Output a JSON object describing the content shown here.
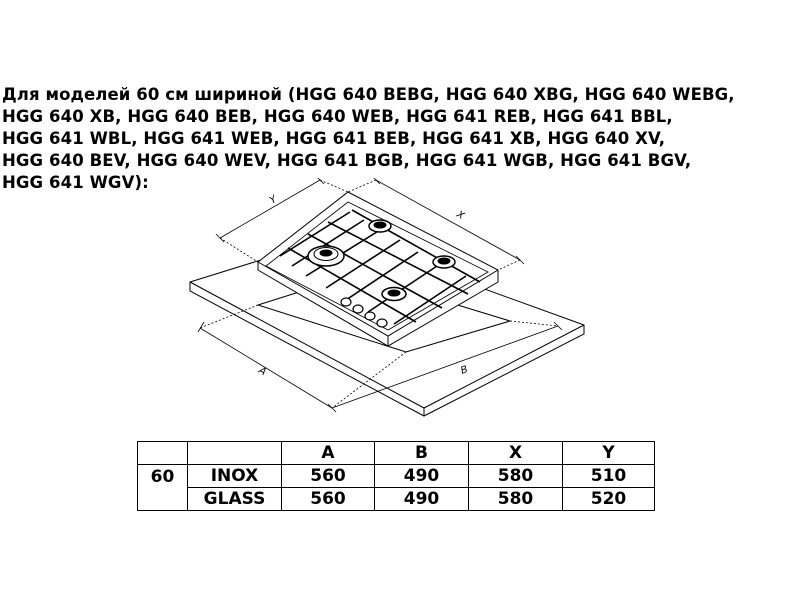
{
  "heading_lines": [
    "Для моделей 60 см шириной (HGG 640 BEBG, HGG 640 XBG, HGG 640 WEBG,",
    "HGG 640 XB, HGG 640 BEB, HGG 640 WEB, HGG 641 REB, HGG 641 BBL,",
    "HGG 641 WBL, HGG 641 WEB, HGG 641 BEB, HGG 641 XB, HGG 640 XV,",
    "HGG 640 BEV, HGG 640 WEV, HGG 641 BGB, HGG 641 WGB, HGG 641 BGV,",
    "HGG 641 WGV):"
  ],
  "diagram": {
    "labels": {
      "a": "A",
      "b": "B",
      "x": "X",
      "y": "Y"
    }
  },
  "table": {
    "headers": [
      "",
      "",
      "A",
      "B",
      "X",
      "Y"
    ],
    "model": "60",
    "rows": [
      {
        "variant": "INOX",
        "values": [
          "560",
          "490",
          "580",
          "510"
        ]
      },
      {
        "variant": "GLASS",
        "values": [
          "560",
          "490",
          "580",
          "520"
        ]
      }
    ]
  }
}
